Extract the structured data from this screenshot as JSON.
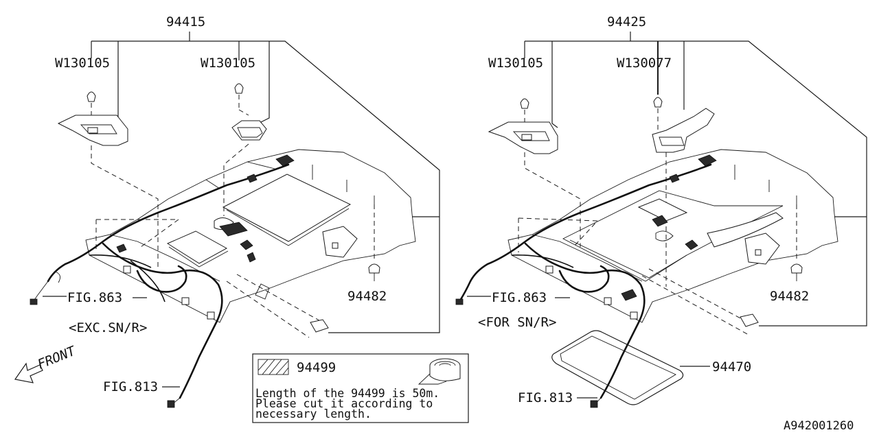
{
  "left": {
    "top_number": "94415",
    "clip_left": "W130105",
    "clip_right": "W130105",
    "fig_harness": "FIG.863",
    "variant": "<EXC.SN/R>",
    "fig_roof": "FIG.813",
    "grommet": "94482"
  },
  "right": {
    "top_number": "94425",
    "clip_left": "W130105",
    "clip_right": "W130077",
    "fig_harness": "FIG.863",
    "variant": "<FOR SN/R>",
    "fig_roof": "FIG.813",
    "grommet": "94482",
    "seal": "94470"
  },
  "front_label": "FRONT",
  "tape_box": {
    "part_number": "94499",
    "note_line1": "Length of the 94499 is 50m.",
    "note_line2": "Please cut it according to",
    "note_line3": "necessary length."
  },
  "drawing_id": "A942001260"
}
